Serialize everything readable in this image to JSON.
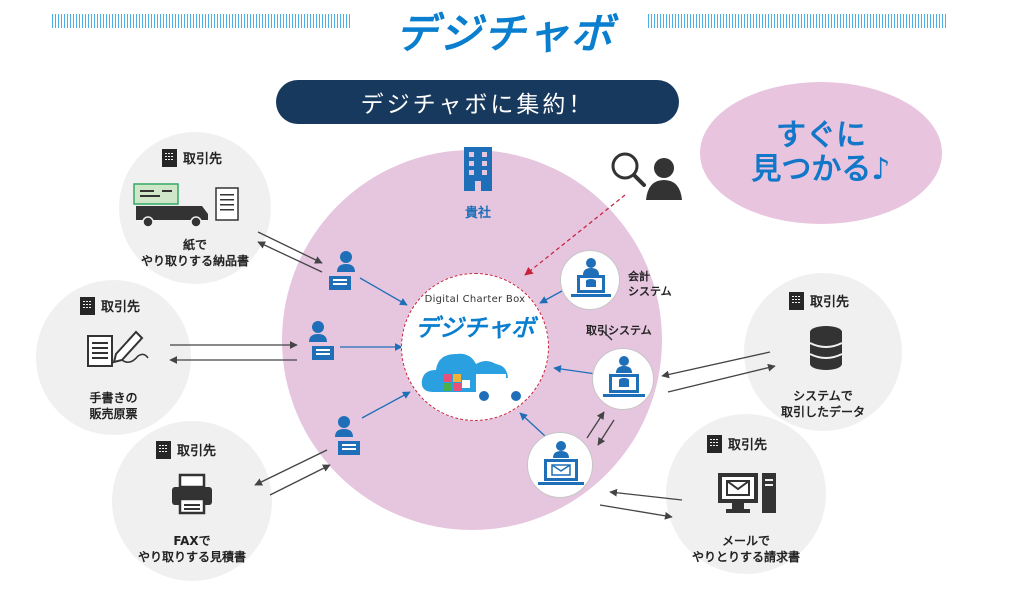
{
  "title": "デジチャボ",
  "banner": "デジチャボに集約！",
  "bubble": {
    "line1": "すぐに",
    "line2": "見つかる♪"
  },
  "company": {
    "label": "貴社"
  },
  "center": {
    "brand_en": "Digital Charter Box",
    "brand_jp": "デジチャボ"
  },
  "systems": {
    "accounting_line1": "会計",
    "accounting_line2": "システム",
    "trade": "取引システム"
  },
  "clients": {
    "paper": {
      "head": "取引先",
      "line1": "紙で",
      "line2": "やり取りする納品書"
    },
    "handwritten": {
      "head": "取引先",
      "line1": "手書きの",
      "line2": "販売原票"
    },
    "fax": {
      "head": "取引先",
      "line1": "FAXで",
      "line2": "やり取りする見積書"
    },
    "system": {
      "head": "取引先",
      "line1": "システムで",
      "line2": "取引したデータ"
    },
    "mail": {
      "head": "取引先",
      "line1": "メールで",
      "line2": "やりとりする請求書"
    }
  },
  "colors": {
    "accent": "#0a7fd0",
    "navy": "#17395d",
    "pink": "#e6c5df",
    "dashed_red": "#c8213a",
    "icon_blue": "#1f6fb8"
  }
}
